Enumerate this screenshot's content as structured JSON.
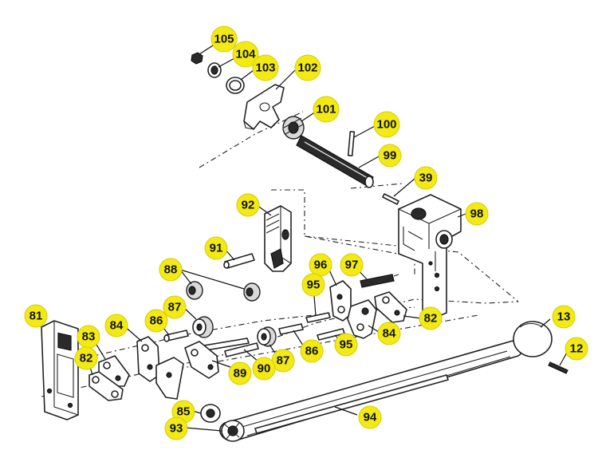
{
  "callouts": [
    {
      "id": "c105",
      "label": "105"
    },
    {
      "id": "c104",
      "label": "104"
    },
    {
      "id": "c103",
      "label": "103"
    },
    {
      "id": "c102",
      "label": "102"
    },
    {
      "id": "c101",
      "label": "101"
    },
    {
      "id": "c100",
      "label": "100"
    },
    {
      "id": "c99",
      "label": "99"
    },
    {
      "id": "c39",
      "label": "39"
    },
    {
      "id": "c98",
      "label": "98"
    },
    {
      "id": "c92",
      "label": "92"
    },
    {
      "id": "c91",
      "label": "91"
    },
    {
      "id": "c88",
      "label": "88"
    },
    {
      "id": "c96",
      "label": "96"
    },
    {
      "id": "c97",
      "label": "97"
    },
    {
      "id": "c95a",
      "label": "95"
    },
    {
      "id": "c87a",
      "label": "87"
    },
    {
      "id": "c86a",
      "label": "86"
    },
    {
      "id": "c81",
      "label": "81"
    },
    {
      "id": "c84a",
      "label": "84"
    },
    {
      "id": "c83",
      "label": "83"
    },
    {
      "id": "c82a",
      "label": "82"
    },
    {
      "id": "c82b",
      "label": "82"
    },
    {
      "id": "c84b",
      "label": "84"
    },
    {
      "id": "c95b",
      "label": "95"
    },
    {
      "id": "c86b",
      "label": "86"
    },
    {
      "id": "c87b",
      "label": "87"
    },
    {
      "id": "c90",
      "label": "90"
    },
    {
      "id": "c89",
      "label": "89"
    },
    {
      "id": "c13",
      "label": "13"
    },
    {
      "id": "c12",
      "label": "12"
    },
    {
      "id": "c85",
      "label": "85"
    },
    {
      "id": "c93",
      "label": "93"
    },
    {
      "id": "c94",
      "label": "94"
    }
  ],
  "colors": {
    "callout_fill": "#f3ea15",
    "line": "#222222"
  }
}
